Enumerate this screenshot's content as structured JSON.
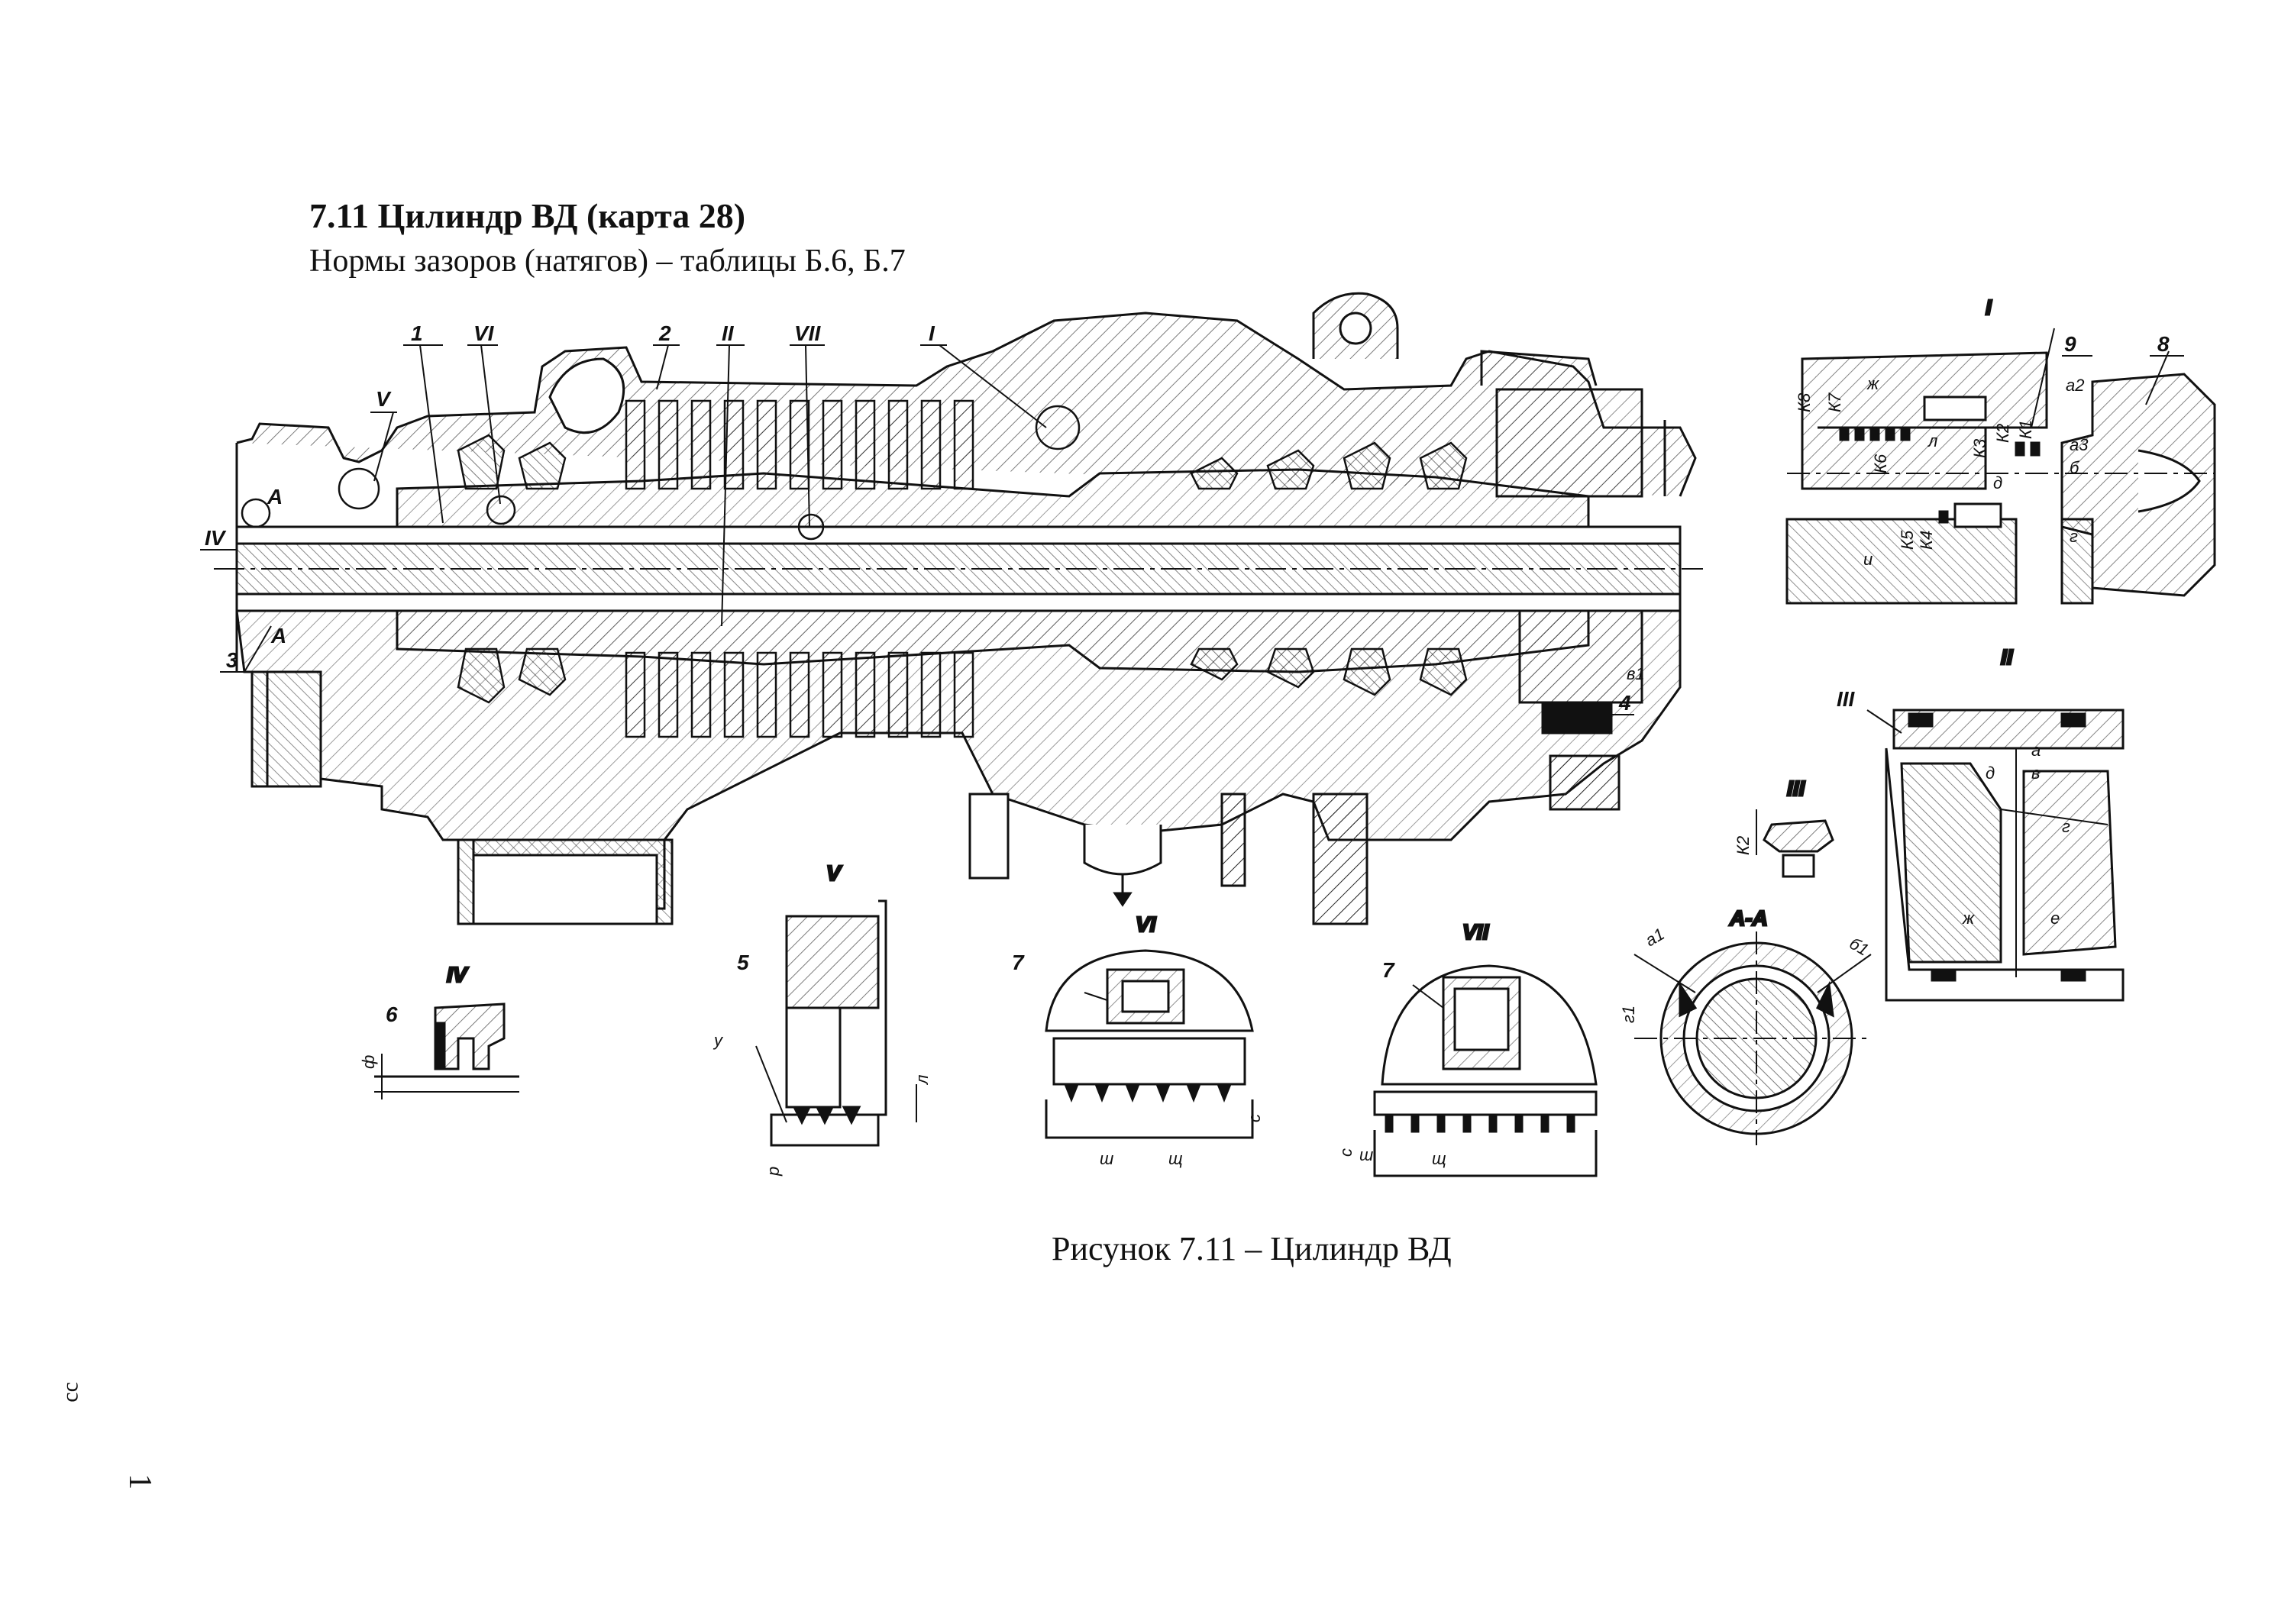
{
  "title": "7.11 Цилиндр ВД (карта 28)",
  "subtitle": "Нормы зазоров (натягов) – таблицы Б.6, Б.7",
  "caption": "Рисунок 7.11 – Цилиндр ВД",
  "margin_marks": {
    "top": "ɔɔ",
    "bottom": "1"
  },
  "main_labels": {
    "n1": "1",
    "n2": "2",
    "n3": "3",
    "n4": "4",
    "r1": "I",
    "r2": "II",
    "r4": "IV",
    "r5": "V",
    "r6": "VI",
    "r7": "VII",
    "a_top": "A",
    "a_bot": "A",
    "v1": "в1"
  },
  "detail_I": {
    "title": "I",
    "n8": "8",
    "n9": "9",
    "k8": "К8",
    "k7": "К7",
    "k6": "К6",
    "k5": "К5",
    "k4": "К4",
    "k3": "К3",
    "k2": "К2",
    "k1": "К1",
    "zh": "ж",
    "l": "л",
    "d": "д",
    "a2": "а2",
    "a3": "а3",
    "b": "б",
    "g": "г",
    "i": "и"
  },
  "detail_II": {
    "title": "II",
    "r3": "III",
    "a": "а",
    "v": "в",
    "d": "д",
    "g": "г",
    "zh": "ж",
    "e": "е"
  },
  "detail_III": {
    "title": "III",
    "k2": "К2"
  },
  "detail_AA": {
    "title": "А-А",
    "a1": "а1",
    "b1": "б1",
    "g1": "г1"
  },
  "detail_IV": {
    "title": "IV",
    "n6": "6",
    "f": "ф"
  },
  "detail_V": {
    "title": "V",
    "n5": "5",
    "u": "у",
    "l": "л",
    "r": "р"
  },
  "detail_VI": {
    "title": "VI",
    "n7": "7",
    "s": "с",
    "sh": "ш",
    "shch": "щ"
  },
  "detail_VII": {
    "title": "VII",
    "n7": "7",
    "s": "с",
    "sh": "ш",
    "shch": "щ"
  }
}
